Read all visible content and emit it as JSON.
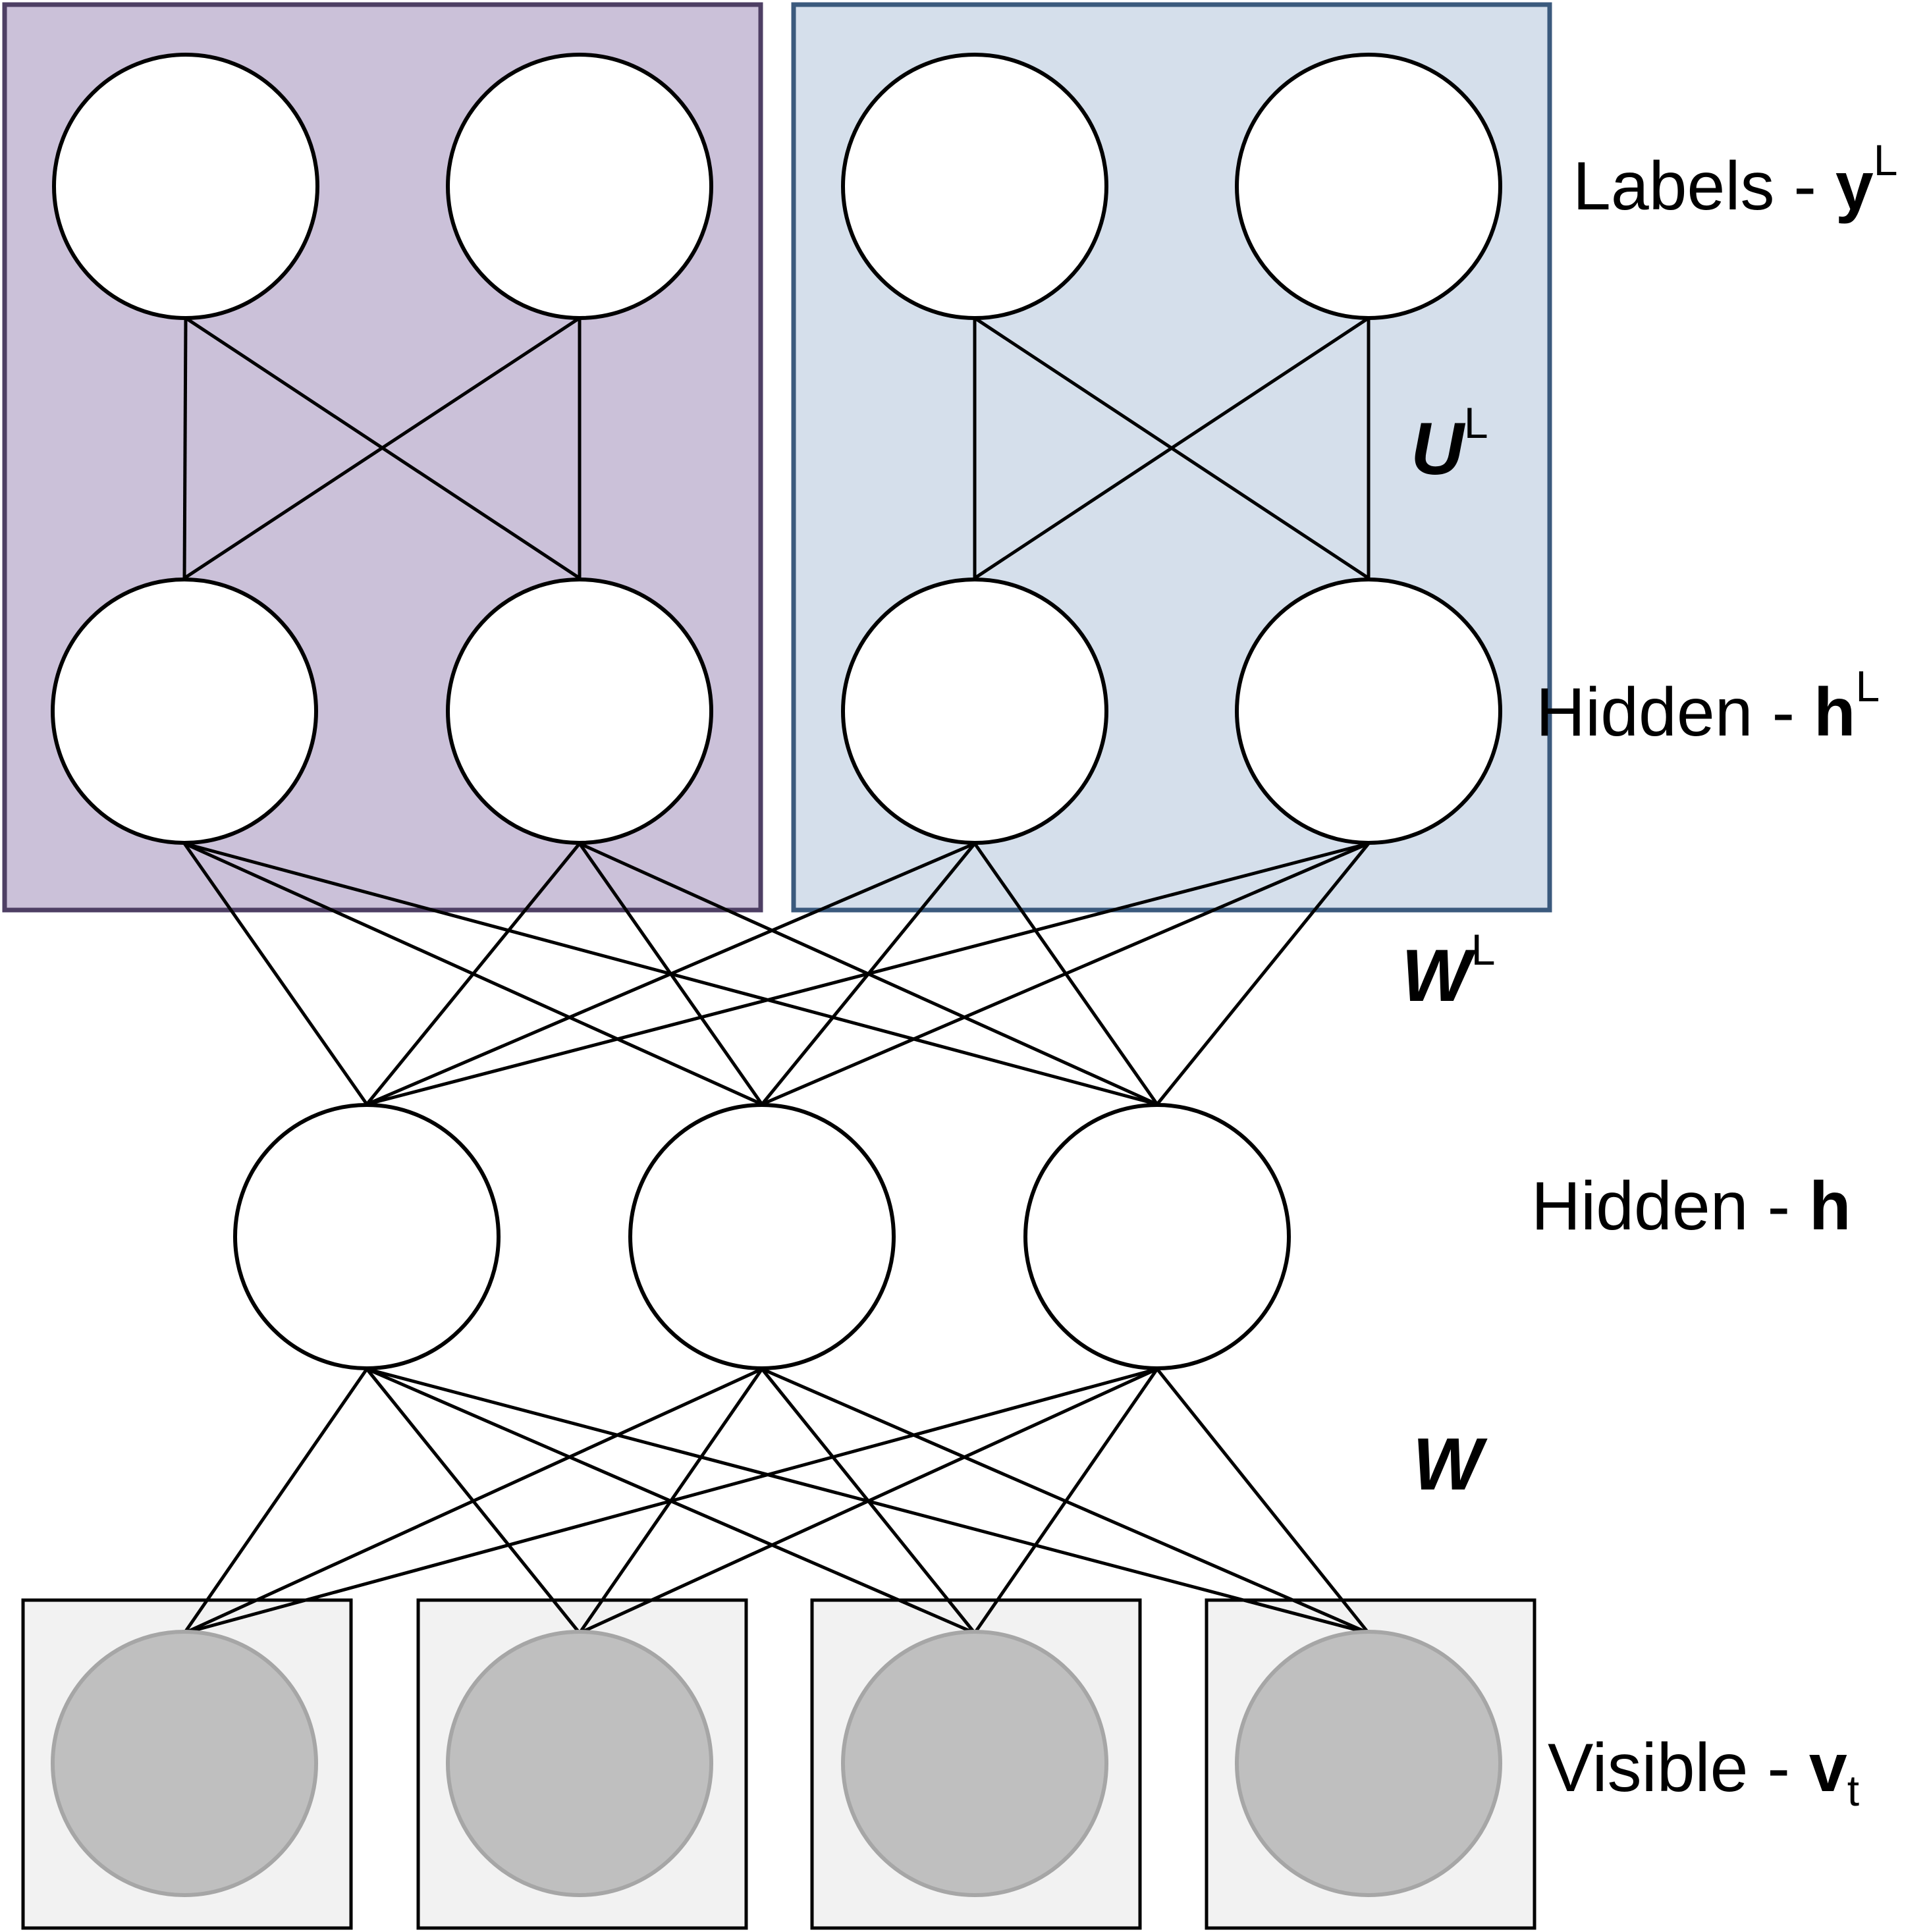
{
  "colors": {
    "left_group_fill": "#cbc1d9",
    "left_group_stroke": "#4e3f64",
    "right_group_fill": "#d5dfeb",
    "right_group_stroke": "#3b5a7d",
    "visible_box_fill": "#f2f2f2",
    "visible_node_fill": "#bfbfbf",
    "visible_node_stroke": "#a6a6a6",
    "edge_color": "#000000"
  },
  "layers": {
    "labels": {
      "prefix": "Labels - ",
      "var": "y",
      "sup": "L"
    },
    "hidden_l": {
      "prefix": "Hidden - ",
      "var": "h",
      "sup": "L"
    },
    "hidden": {
      "prefix": "Hidden - ",
      "var": "h"
    },
    "visible": {
      "prefix": "Visible - ",
      "var": "v",
      "sub": "t"
    }
  },
  "weights": {
    "u_l": {
      "var": "U",
      "sup": "L"
    },
    "w_l": {
      "var": "W",
      "sup": "L"
    },
    "w": {
      "var": "W"
    }
  }
}
